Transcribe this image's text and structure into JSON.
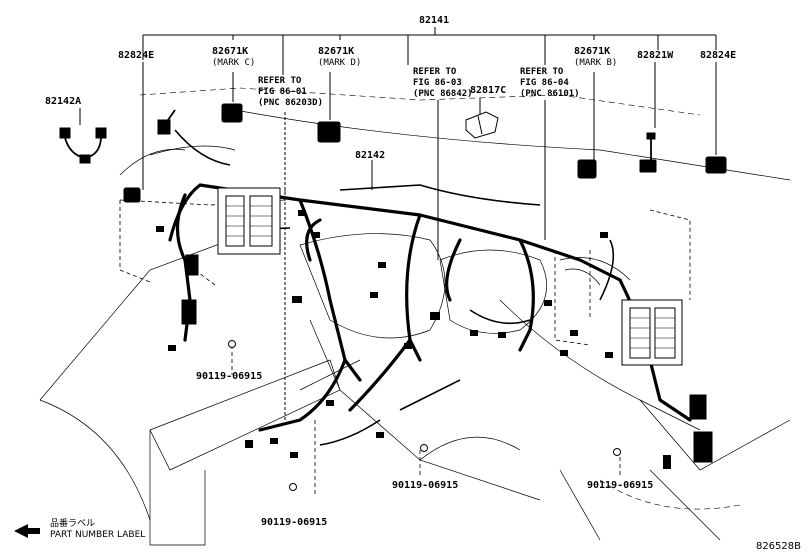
{
  "labels": {
    "main": "82141",
    "p82824E_left": "82824E",
    "p82671K_c": "82671K",
    "mark_c": "(MARK C)",
    "p82671K_d": "82671K",
    "mark_d": "(MARK D)",
    "p82671K_b": "82671K",
    "mark_b": "(MARK B)",
    "p82821W": "82821W",
    "p82824E_right": "82824E",
    "p82142A": "82142A",
    "p82817C": "82817C",
    "p82142": "82142",
    "bolt_left": "90119-06915",
    "bolt_center": "90119-06915",
    "bolt_bottom": "90119-06915",
    "bolt_right": "90119-06915"
  },
  "refs": {
    "r1": [
      "REFER TO",
      "FIG 86-01",
      "(PNC 86203D)"
    ],
    "r2": [
      "REFER TO",
      "FIG 86-03",
      "(PNC 86842)"
    ],
    "r3": [
      "REFER TO",
      "FIG 86-04",
      "(PNC 86101)"
    ]
  },
  "legend": {
    "jp": "品番ラベル",
    "en": "PART NUMBER LABEL"
  },
  "figure_id": "826528B"
}
